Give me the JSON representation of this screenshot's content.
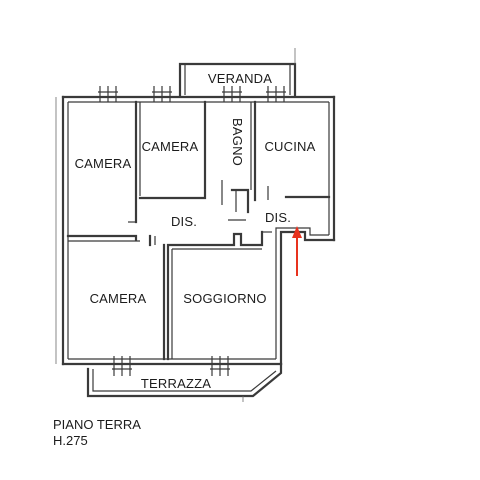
{
  "rooms": {
    "veranda": "VERANDA",
    "camera_1": "CAMERA",
    "camera_2": "CAMERA",
    "bagno": "BAGNO",
    "cucina": "CUCINA",
    "dis_1": "DIS.",
    "dis_2": "DIS.",
    "camera_3": "CAMERA",
    "soggiorno": "SOGGIORNO",
    "terrazza": "TERRAZZA"
  },
  "caption": {
    "floor": "PIANO TERRA",
    "height": "H.275"
  },
  "colors": {
    "walls": "#3a3a3a",
    "entrance_arrow": "#e8321e"
  },
  "icons": {
    "entrance_marker": "arrow-up-icon"
  }
}
